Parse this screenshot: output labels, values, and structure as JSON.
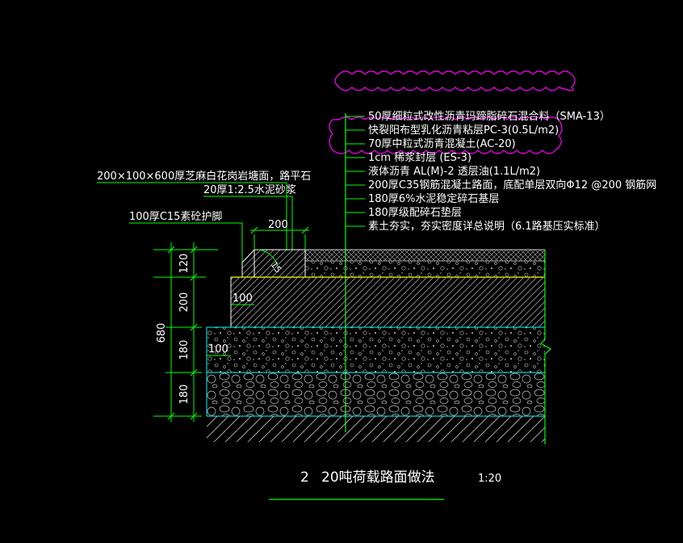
{
  "layer_callouts": [
    "50厚细粒式改性沥青玛蹄脂碎石混合料（SMA-13）",
    "快裂阳布型乳化沥青粘层PC-3(0.5L/m2)",
    "70厚中粒式沥青混凝土(AC-20)",
    "1cm 稀浆封层  (ES-3)",
    "液体沥青  AL(M)-2  透层油(1.1L/m2)",
    "200厚C35钢筋混凝土路面，底配单层双向Φ12 @200 钢筋网",
    "180厚6%水泥稳定碎石基层",
    "180厚级配碎石垫层",
    "素土夯实，夯实密度详总说明（6.1路基压实标准）"
  ],
  "curb_label_line1": "200×100×600厚芝麻白花岗岩塘面，路平石",
  "curb_label_line2": "20厚1:2.5水泥砂浆",
  "footing_label": "100厚C15素砼护脚",
  "dim_top": "200",
  "dim_slope": "15",
  "dim_step_upper": "100",
  "dim_step_lower": "100",
  "dim_layers": [
    "120",
    "200",
    "180",
    "180"
  ],
  "dim_total": "680",
  "title_number": "2",
  "title_text": "20吨荷载路面做法",
  "scale": "1:20",
  "colors": {
    "background": "#000000",
    "text": "#ffffff",
    "line": "#00ff00",
    "cloud": "#ff00ff",
    "pavement_top": "#ffff00",
    "base_edge": "#00ffff"
  }
}
